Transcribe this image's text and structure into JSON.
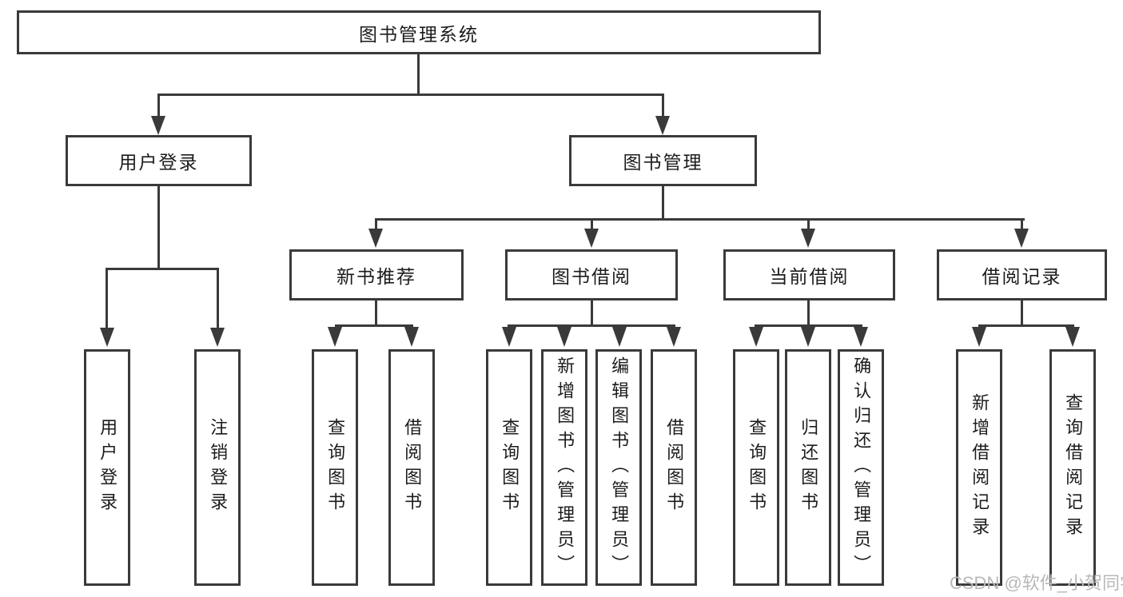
{
  "colors": {
    "line": "#3a3a3a",
    "box_border": "#3a3a3a",
    "text": "#1c1c1c",
    "background": "#ffffff",
    "watermark": "#b8b8b8"
  },
  "tree": {
    "root": "图书管理系统",
    "user_branch": {
      "label": "用户登录",
      "leaves": [
        "用户登录",
        "注销登录"
      ]
    },
    "manage_branch": {
      "label": "图书管理"
    },
    "modules": [
      {
        "label": "新书推荐",
        "leaves": [
          "查询图书",
          "借阅图书"
        ]
      },
      {
        "label": "图书借阅",
        "leaves": [
          "查询图书",
          "新增图书（管理员）",
          "编辑图书（管理员）",
          "借阅图书"
        ]
      },
      {
        "label": "当前借阅",
        "leaves": [
          "查询图书",
          "归还图书",
          "确认归还（管理员）"
        ]
      },
      {
        "label": "借阅记录",
        "leaves": [
          "新增借阅记录",
          "查询借阅记录"
        ]
      }
    ],
    "watermark": "CSDN @软件_小贺同学"
  }
}
